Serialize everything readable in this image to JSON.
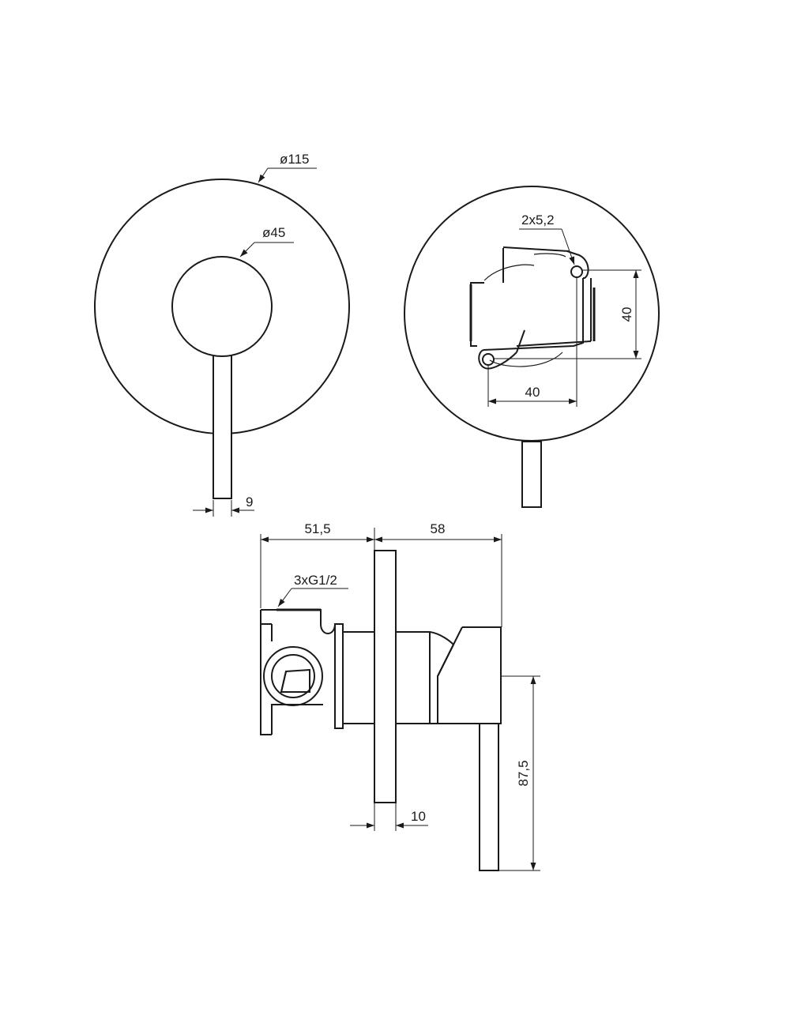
{
  "dimensions": {
    "cover_diameter": "ø115",
    "knob_diameter": "ø45",
    "lever_width": "9",
    "mount_holes": "2x5,2",
    "hole_spacing_vertical": "40",
    "hole_spacing_horizontal": "40",
    "body_depth": "51,5",
    "projection": "58",
    "connections": "3xG1/2",
    "plate_thickness": "10",
    "lever_length": "87,5"
  },
  "colors": {
    "line": "#1a1a1a",
    "background": "#ffffff"
  }
}
